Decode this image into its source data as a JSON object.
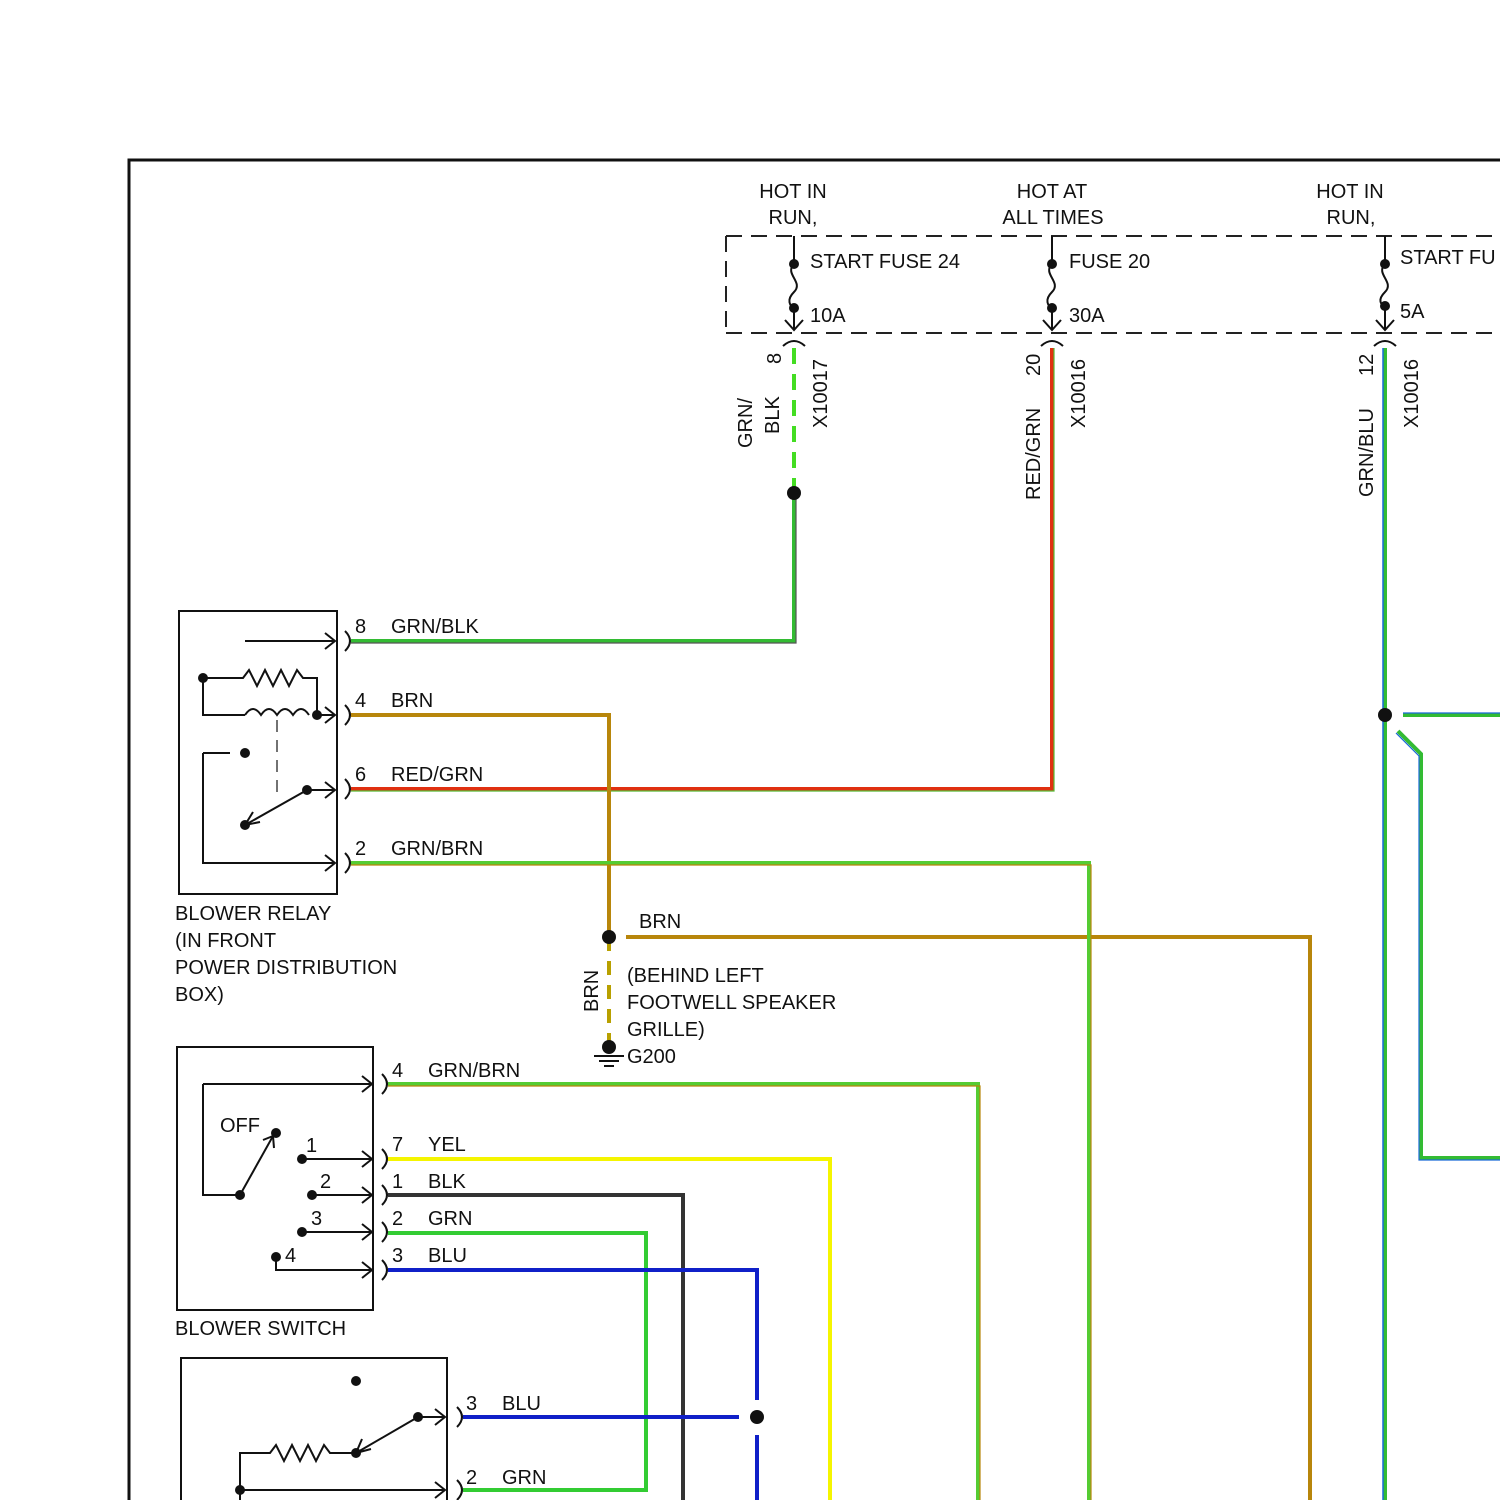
{
  "fuse_box": {
    "fuse24": {
      "status": [
        "HOT IN",
        "RUN,"
      ],
      "name": "START FUSE 24",
      "rating": "10A",
      "pin": "8",
      "connector": "X10017"
    },
    "fuse20": {
      "status": [
        "HOT AT",
        "ALL TIMES"
      ],
      "name": "FUSE 20",
      "rating": "30A",
      "pin": "20",
      "connector": "X10016"
    },
    "fuse_right": {
      "status": [
        "HOT IN",
        "RUN,"
      ],
      "name": "START FU",
      "rating": "5A",
      "pin": "12",
      "connector": "X10016"
    }
  },
  "vertical_wires": {
    "grn_blk": [
      "GRN/",
      "BLK"
    ],
    "red_grn": "RED/GRN",
    "grn_blu": "GRN/BLU"
  },
  "blower_relay": {
    "label": [
      "BLOWER RELAY",
      "(IN FRONT",
      "POWER DISTRIBUTION",
      "BOX)"
    ],
    "pins": [
      {
        "num": "8",
        "wire": "GRN/BLK"
      },
      {
        "num": "4",
        "wire": "BRN"
      },
      {
        "num": "6",
        "wire": "RED/GRN"
      },
      {
        "num": "2",
        "wire": "GRN/BRN"
      }
    ]
  },
  "ground": {
    "wire_right": "BRN",
    "wire_vertical": "BRN",
    "location": [
      "(BEHIND LEFT",
      "FOOTWELL SPEAKER",
      "GRILLE)"
    ],
    "id": "G200"
  },
  "blower_switch": {
    "label": "BLOWER SWITCH",
    "off_label": "OFF",
    "positions": [
      "1",
      "2",
      "3",
      "4"
    ],
    "pins": [
      {
        "num": "4",
        "wire": "GRN/BRN"
      },
      {
        "num": "7",
        "wire": "YEL"
      },
      {
        "num": "1",
        "wire": "BLK"
      },
      {
        "num": "2",
        "wire": "GRN"
      },
      {
        "num": "3",
        "wire": "BLU"
      }
    ]
  },
  "lower_component": {
    "pins": [
      {
        "num": "3",
        "wire": "BLU"
      },
      {
        "num": "2",
        "wire": "GRN"
      }
    ]
  },
  "colors": {
    "grn": "#33cc33",
    "grn_blk_dark": "#444444",
    "brn": "#b8860b",
    "red": "#e03010",
    "yel": "#f5f500",
    "blk": "#333333",
    "blu": "#1020c8",
    "grn_blu_blue": "#1a6ad8"
  }
}
